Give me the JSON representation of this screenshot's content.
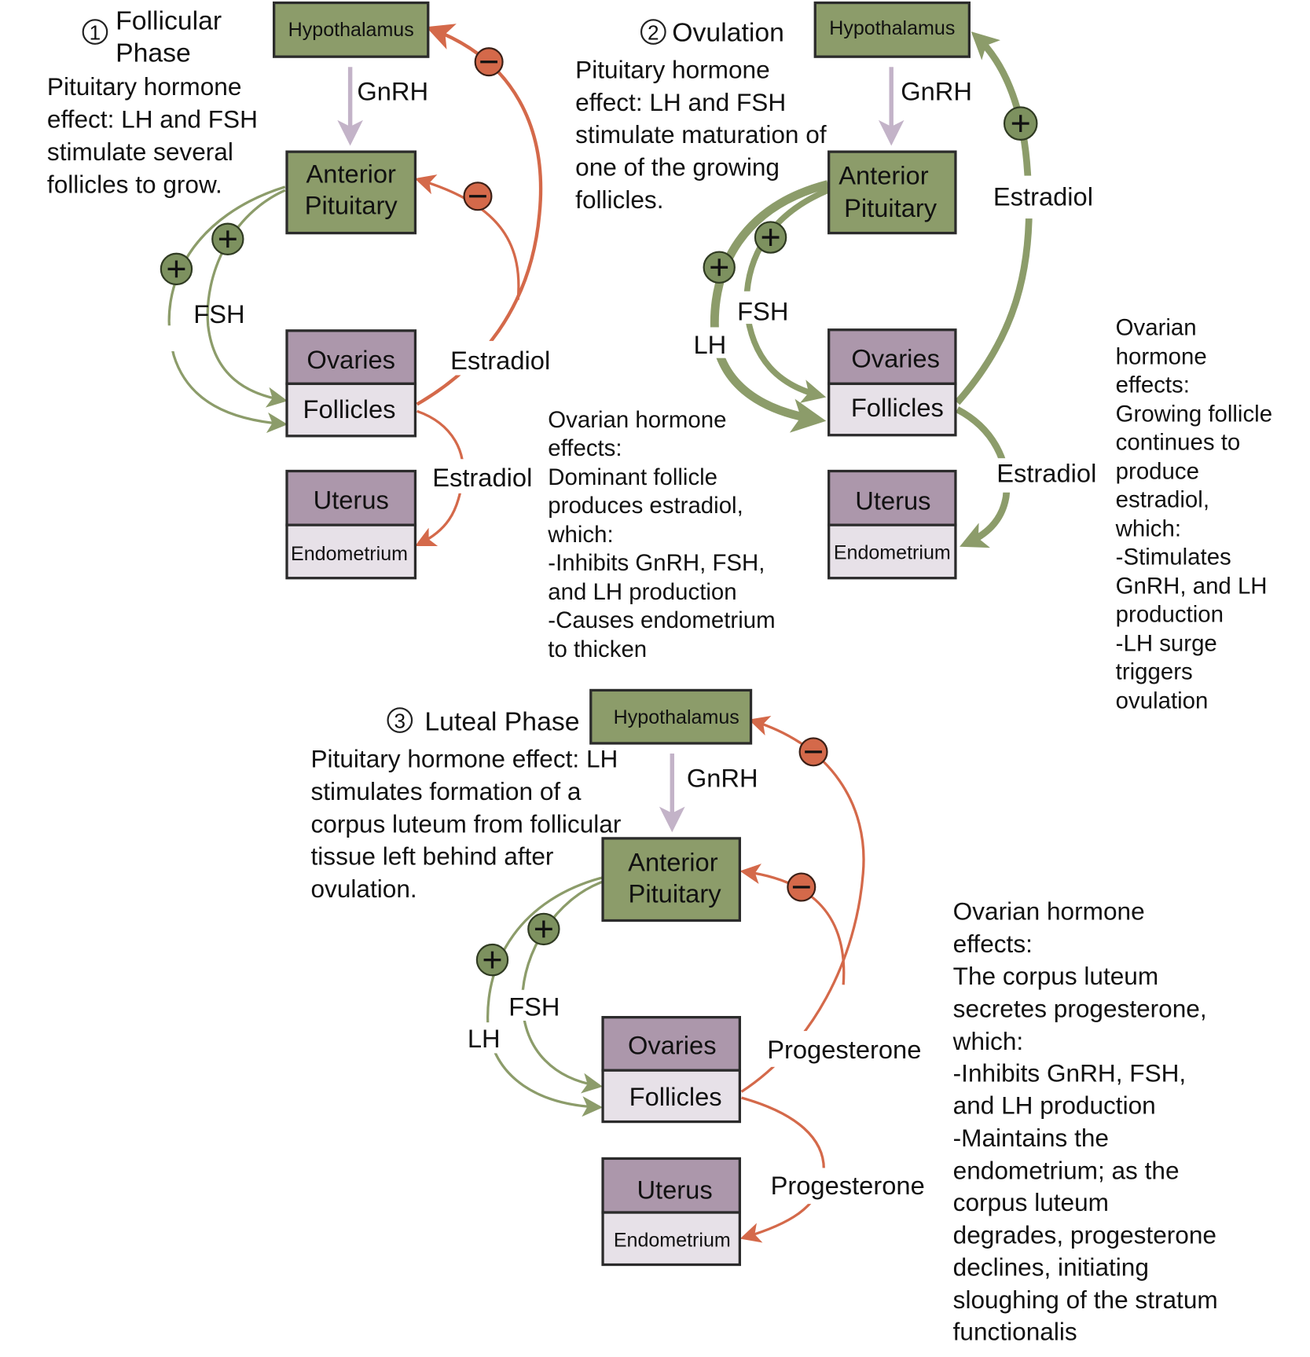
{
  "colors": {
    "stimulate": "#8c9c6a",
    "inhibit": "#d4694a",
    "gnrh": "#c3b3c8",
    "organ_green": "#8c9c6a",
    "organ_purple": "#ac97ab",
    "organ_light": "#e7e1e8"
  },
  "panels": [
    {
      "number": "1",
      "title_line1": "Follicular",
      "title_line2": "Phase",
      "pituitary_effect": [
        "Pituitary hormone",
        "effect: LH and FSH",
        "stimulate several",
        "follicles to grow."
      ],
      "boxes": {
        "hypothalamus": "Hypothalamus",
        "pituitary_line1": "Anterior",
        "pituitary_line2": "Pituitary",
        "ovaries": "Ovaries",
        "follicles": "Follicles",
        "uterus": "Uterus",
        "endometrium": "Endometrium"
      },
      "arrows": {
        "gnrh": "GnRH",
        "fsh": "FSH",
        "estradiol_feedback": "Estradiol",
        "estradiol_uterus": "Estradiol"
      },
      "signs": {
        "lh_sign": "+",
        "fsh_sign": "+",
        "hypothalamus_feedback": "−",
        "pituitary_feedback": "−"
      },
      "ovarian_effect": [
        "Ovarian hormone",
        "effects:",
        "Dominant follicle",
        "produces estradiol,",
        "which:",
        "-Inhibits GnRH, FSH,",
        "and LH production",
        "-Causes endometrium",
        "to thicken"
      ]
    },
    {
      "number": "2",
      "title_line1": "Ovulation",
      "pituitary_effect": [
        "Pituitary hormone",
        "effect: LH and FSH",
        "stimulate maturation of",
        "one of the growing",
        "follicles."
      ],
      "boxes": {
        "hypothalamus": "Hypothalamus",
        "pituitary_line1": "Anterior",
        "pituitary_line2": "Pituitary",
        "ovaries": "Ovaries",
        "follicles": "Follicles",
        "uterus": "Uterus",
        "endometrium": "Endometrium"
      },
      "arrows": {
        "gnrh": "GnRH",
        "fsh": "FSH",
        "lh": "LH",
        "estradiol_feedback": "Estradiol",
        "estradiol_uterus": "Estradiol"
      },
      "signs": {
        "lh_sign": "+",
        "fsh_sign": "+",
        "hypothalamus_feedback": "+"
      },
      "ovarian_effect": [
        "Ovarian",
        "hormone",
        "effects:",
        "Growing follicle",
        "continues to",
        "produce",
        "estradiol,",
        "which:",
        "-Stimulates",
        "GnRH, and LH",
        "production",
        "-LH surge",
        "triggers",
        "ovulation"
      ]
    },
    {
      "number": "3",
      "title_line1": "Luteal Phase",
      "pituitary_effect": [
        "Pituitary hormone effect: LH",
        "stimulates formation of a",
        "corpus luteum from follicular",
        "tissue left behind after",
        "ovulation."
      ],
      "boxes": {
        "hypothalamus": "Hypothalamus",
        "pituitary_line1": "Anterior",
        "pituitary_line2": "Pituitary",
        "ovaries": "Ovaries",
        "follicles": "Follicles",
        "uterus": "Uterus",
        "endometrium": "Endometrium"
      },
      "arrows": {
        "gnrh": "GnRH",
        "fsh": "FSH",
        "lh": "LH",
        "progesterone_feedback": "Progesterone",
        "progesterone_uterus": "Progesterone"
      },
      "signs": {
        "lh_sign": "+",
        "fsh_sign": "+",
        "hypothalamus_feedback": "−",
        "pituitary_feedback": "−"
      },
      "ovarian_effect": [
        "Ovarian hormone",
        "effects:",
        "The corpus luteum",
        "secretes progesterone,",
        "which:",
        "-Inhibits GnRH, FSH,",
        "and LH production",
        "-Maintains the",
        "endometrium; as the",
        "corpus luteum",
        "degrades, progesterone",
        "declines, initiating",
        "sloughing of the stratum",
        "functionalis"
      ]
    }
  ]
}
